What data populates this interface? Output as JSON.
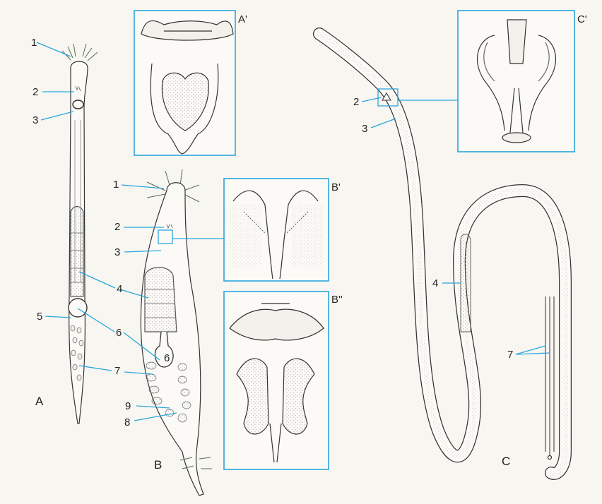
{
  "figure": {
    "specimens": {
      "a": "A",
      "b": "B",
      "c": "C"
    },
    "insets": {
      "a1": "A'",
      "b1": "B'",
      "b2": "B''",
      "c1": "C'"
    },
    "callouts": {
      "a": [
        "1",
        "2",
        "3",
        "4",
        "5",
        "6",
        "7"
      ],
      "b": [
        "1",
        "2",
        "3",
        "4",
        "6",
        "7",
        "9",
        "8"
      ],
      "c": [
        "2",
        "3",
        "4",
        "7"
      ]
    }
  },
  "colors": {
    "leader": "#2aa6dc",
    "panel_border": "#2aa6dc",
    "ink": "#222222",
    "background": "#f8f6f1"
  }
}
